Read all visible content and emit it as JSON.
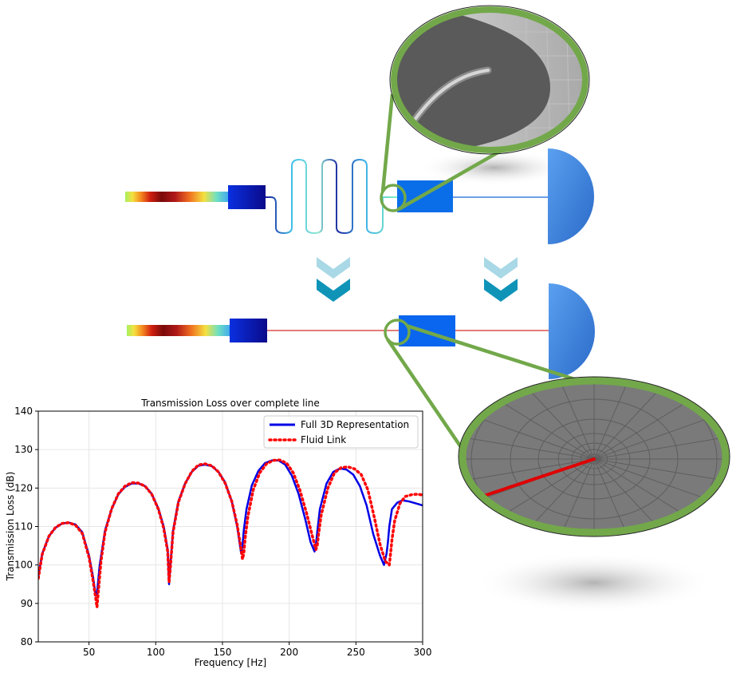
{
  "colors": {
    "accent_green": "#72a84a",
    "chevron_light": "#a9d8e6",
    "chevron_dark": "#0f94b8",
    "component_blue": "#0a6ee8",
    "dome_blue": "#3d88e0",
    "fluid_link_line": "#d9534f",
    "full3d_series": "#0000e6",
    "fluid_series": "#ff0000"
  },
  "icons": {
    "chevron": "chevron-down-icon"
  },
  "chart_data": {
    "type": "line",
    "title": "Transmission Loss over complete line",
    "xlabel": "Frequency [Hz]",
    "ylabel": "Transmission Loss (dB)",
    "xlim": [
      12,
      300
    ],
    "ylim": [
      80,
      140
    ],
    "xticks": [
      50,
      100,
      150,
      200,
      250,
      300
    ],
    "yticks": [
      80,
      90,
      100,
      110,
      120,
      130,
      140
    ],
    "grid": true,
    "legend": "top-right",
    "series": [
      {
        "name": "Full 3D Representation",
        "style": "solid",
        "color": "#0000e6",
        "x": [
          12,
          15,
          20,
          25,
          30,
          35,
          40,
          45,
          50,
          53,
          55,
          56,
          58,
          62,
          67,
          72,
          77,
          82,
          87,
          92,
          97,
          102,
          106,
          109,
          110,
          111,
          113,
          117,
          122,
          127,
          132,
          137,
          142,
          147,
          152,
          157,
          161,
          164,
          165,
          166,
          168,
          172,
          177,
          182,
          187,
          192,
          197,
          202,
          207,
          212,
          216,
          219,
          220,
          221,
          223,
          228,
          233,
          238,
          243,
          248,
          253,
          258,
          263,
          268,
          271,
          273,
          274,
          275,
          277,
          281,
          285,
          290,
          295,
          300
        ],
        "y": [
          97,
          103,
          107.5,
          109.7,
          110.8,
          111,
          110.5,
          108.5,
          102.5,
          97,
          92,
          92.5,
          100,
          109,
          114.5,
          118.4,
          120.3,
          121.2,
          121.2,
          120.5,
          118.5,
          114.7,
          110,
          104,
          95,
          100,
          109,
          116.5,
          121.2,
          124.2,
          125.8,
          126.1,
          125.7,
          124.2,
          121.5,
          116.5,
          110,
          103,
          105,
          109,
          114.5,
          120.7,
          124.5,
          126.5,
          127.2,
          127.2,
          126.1,
          123.2,
          118.5,
          112,
          106,
          103.5,
          105,
          108.5,
          114.5,
          121.2,
          124.2,
          125.1,
          124.8,
          123.5,
          120.5,
          115.5,
          108,
          102.5,
          100,
          103,
          106,
          110,
          114.5,
          116.2,
          116.8,
          116.5,
          116,
          115.5
        ]
      },
      {
        "name": "Fluid Link",
        "style": "dotted",
        "color": "#ff0000",
        "x": [
          12,
          15,
          20,
          25,
          30,
          35,
          40,
          45,
          50,
          53,
          55,
          56,
          57,
          59,
          62,
          67,
          72,
          77,
          82,
          87,
          92,
          97,
          102,
          106,
          109,
          110,
          111,
          113,
          117,
          122,
          127,
          132,
          137,
          142,
          147,
          152,
          157,
          161,
          164,
          165,
          166,
          167,
          169,
          173,
          178,
          183,
          188,
          193,
          198,
          203,
          208,
          213,
          217,
          220,
          221,
          222,
          224,
          229,
          234,
          239,
          244,
          249,
          254,
          259,
          264,
          268,
          272,
          275,
          276,
          277,
          279,
          283,
          287,
          292,
          296,
          300
        ],
        "y": [
          96.5,
          102.8,
          107.5,
          109.8,
          110.8,
          111,
          110.3,
          108.2,
          102,
          96,
          91.5,
          89,
          93,
          101,
          108.5,
          114.6,
          118.5,
          120.5,
          121.4,
          121.3,
          120.5,
          118.4,
          114.5,
          109.5,
          103.5,
          95.5,
          99.5,
          108.5,
          116.3,
          121.1,
          124.3,
          126,
          126.3,
          125.8,
          124.2,
          121.3,
          116.5,
          110.5,
          104,
          101.5,
          103,
          107,
          112.5,
          119.5,
          124,
          126.3,
          127.2,
          127.3,
          126.5,
          124,
          119.5,
          113.5,
          108,
          104,
          105,
          108,
          113,
          120,
          124,
          125.3,
          125.5,
          125,
          123.5,
          119.5,
          112,
          105.5,
          101,
          100,
          103,
          106.5,
          111.5,
          116,
          117.8,
          118.3,
          118.4,
          118.2
        ]
      }
    ]
  }
}
